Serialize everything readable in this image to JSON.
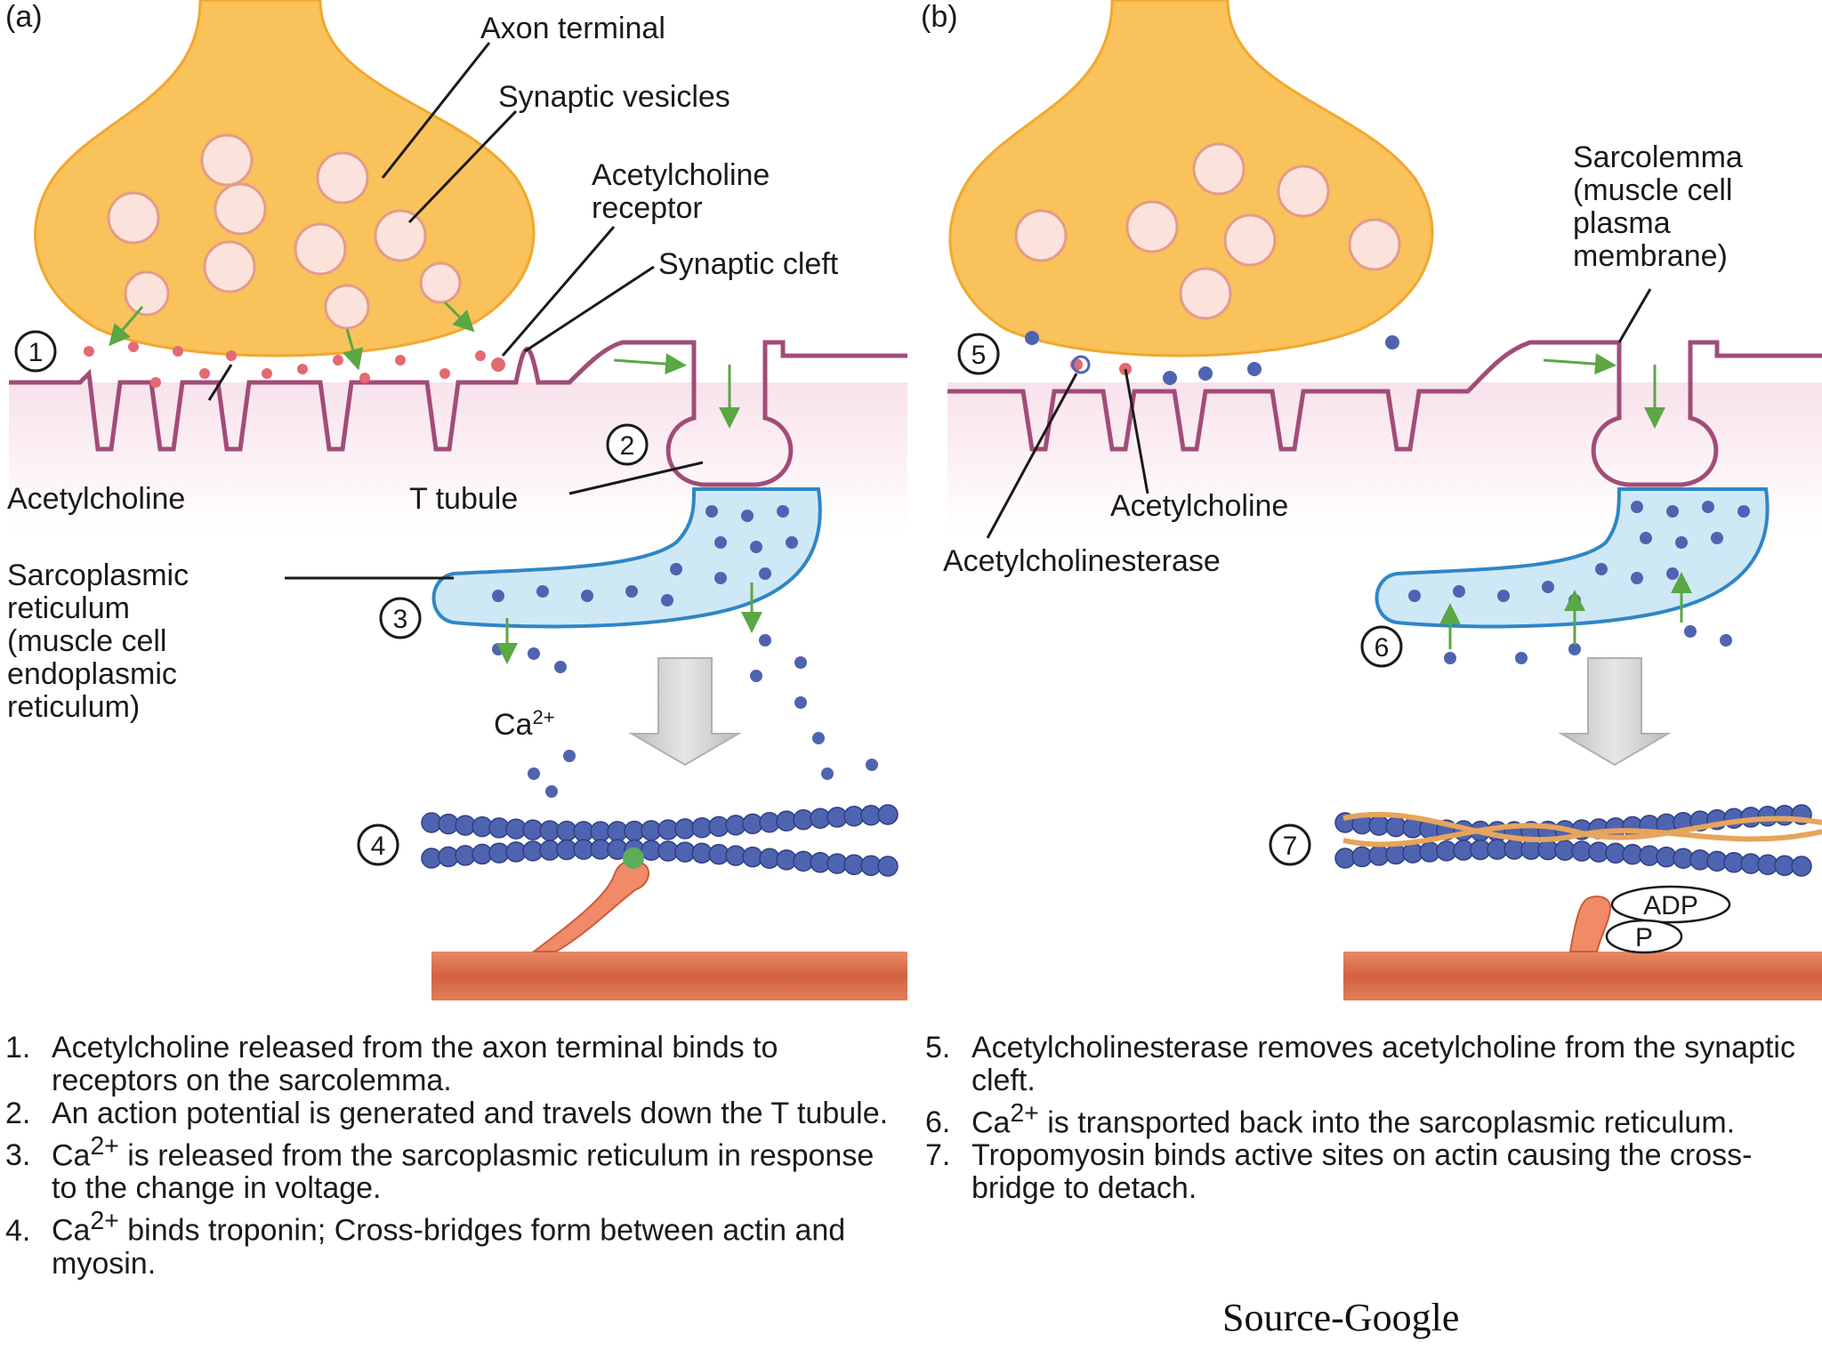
{
  "panels": {
    "a": {
      "tag": "(a)",
      "labels": {
        "axon_terminal": "Axon terminal",
        "synaptic_vesicles": "Synaptic vesicles",
        "ach_receptor_1": "Acetylcholine",
        "ach_receptor_2": "receptor",
        "synaptic_cleft": "Synaptic cleft",
        "acetylcholine": "Acetylcholine",
        "t_tubule": "T tubule",
        "sr_1": "Sarcoplasmic",
        "sr_2": "reticulum",
        "sr_3": "(muscle cell",
        "sr_4": "endoplasmic",
        "sr_5": "reticulum)",
        "calcium": "Ca",
        "calcium_sup": "2+"
      },
      "markers": [
        "1",
        "2",
        "3",
        "4"
      ]
    },
    "b": {
      "tag": "(b)",
      "labels": {
        "sarcolemma_1": "Sarcolemma",
        "sarcolemma_2": "(muscle cell",
        "sarcolemma_3": "plasma",
        "sarcolemma_4": "membrane)",
        "acetylcholine": "Acetylcholine",
        "acetylcholinesterase": "Acetylcholinesterase",
        "adp": "ADP",
        "phosphate": "P"
      },
      "markers": [
        "5",
        "6",
        "7"
      ]
    }
  },
  "steps_a": [
    {
      "num": "1.",
      "text": "Acetylcholine released from the axon terminal binds to receptors on the sarcolemma."
    },
    {
      "num": "2.",
      "text": "An action potential is generated and travels down the T tubule."
    },
    {
      "num": "3.",
      "pre": "Ca",
      "sup": "2+",
      "text": " is released from the sarcoplasmic reticulum in response to the change in voltage."
    },
    {
      "num": "4.",
      "pre": "Ca",
      "sup": "2+",
      "text": " binds troponin; Cross-bridges form between actin and myosin."
    }
  ],
  "steps_b": [
    {
      "num": "5.",
      "text": "Acetylcholinesterase removes acetylcholine from the synaptic cleft."
    },
    {
      "num": "6.",
      "pre": "Ca",
      "sup": "2+",
      "text": " is transported back into the sarcoplasmic reticulum."
    },
    {
      "num": "7.",
      "text": "Tropomyosin binds active sites on actin causing the cross-bridge to detach."
    }
  ],
  "source": "Source-Google",
  "colors": {
    "axon": "#f9c25a",
    "axon_edge": "#f0a830",
    "membrane": "#a24c78",
    "sr_fill": "#cfe8f6",
    "sr_edge": "#2f86c6",
    "calcium": "#4f64b0",
    "ach": "#e36a72",
    "arrow_green": "#5aa744",
    "myosin": "#d86b4c",
    "myosin_head": "#f08a68",
    "tropomyosin": "#e7a45c"
  }
}
